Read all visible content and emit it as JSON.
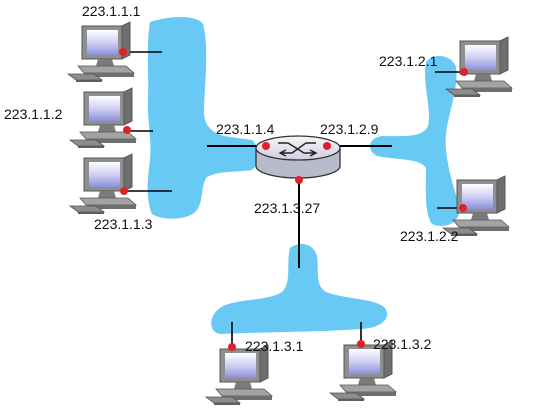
{
  "colors": {
    "subnet_fill": "#69c9f5",
    "interface_dot": "#e0202a",
    "link": "#000000",
    "router_body": "#e9e9f2"
  },
  "router": {
    "icon": "router-icon"
  },
  "host_icon": "desktop-computer-icon",
  "interfaces": {
    "r1": "223.1.1.4",
    "r2": "223.1.2.9",
    "r3": "223.1.3.27",
    "h111": "223.1.1.1",
    "h112": "223.1.1.2",
    "h113": "223.1.1.3",
    "h121": "223.1.2.1",
    "h122": "223.1.2.2",
    "h131": "223.1.3.1",
    "h132": "223.1.3.2"
  }
}
